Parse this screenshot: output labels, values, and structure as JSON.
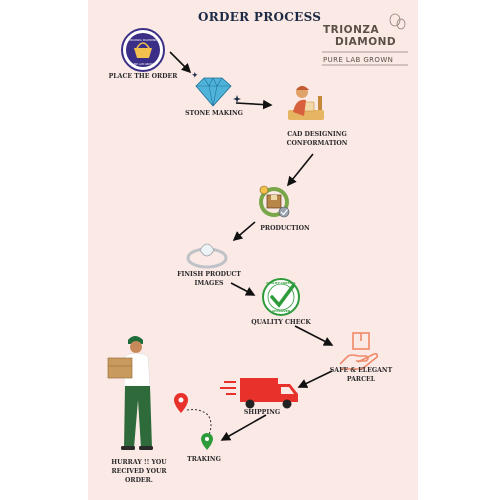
{
  "title": "ORDER PROCESS",
  "brand": {
    "name_line1": "TRIONZA",
    "name_line2": "DIAMOND",
    "tagline": "PURE LAB GROWN"
  },
  "badge": {
    "text_top": "TRIONZA DIAMOND",
    "text_bottom": "PURE LAB GROWN"
  },
  "steps": [
    {
      "label": "PLACE THE ORDER",
      "icon": "order-badge-icon"
    },
    {
      "label": "STONE MAKING",
      "icon": "diamond-icon"
    },
    {
      "label": "CAD DESIGNING\nCONFORMATION",
      "icon": "designer-icon"
    },
    {
      "label": "PRODUCTION",
      "icon": "production-box-icon"
    },
    {
      "label": "FINISH PRODUCT\nIMAGES",
      "icon": "ring-icon"
    },
    {
      "label": "QUALITY CHECK",
      "icon": "approved-stamp-icon"
    },
    {
      "label": "SAFE  & ELEGANT\nPARCEL",
      "icon": "parcel-hand-icon"
    },
    {
      "label": "SHIPPING",
      "icon": "delivery-truck-icon"
    },
    {
      "label": "TRAKING",
      "icon": "location-pin-icon"
    },
    {
      "label": "HURRAY !! YOU\nRECIVED YOUR\nORDER.",
      "icon": "delivery-man-icon"
    }
  ],
  "stamp_text": {
    "top": "QUALITY CONTROL",
    "bottom": "APPROVED"
  },
  "colors": {
    "background": "#fbe9e6",
    "title": "#1c2a44",
    "diamond": "#4fb3d9",
    "truck": "#e8312a",
    "stamp": "#2e9b3a",
    "badge": "#3a2e86",
    "parcel": "#f08a6a"
  }
}
